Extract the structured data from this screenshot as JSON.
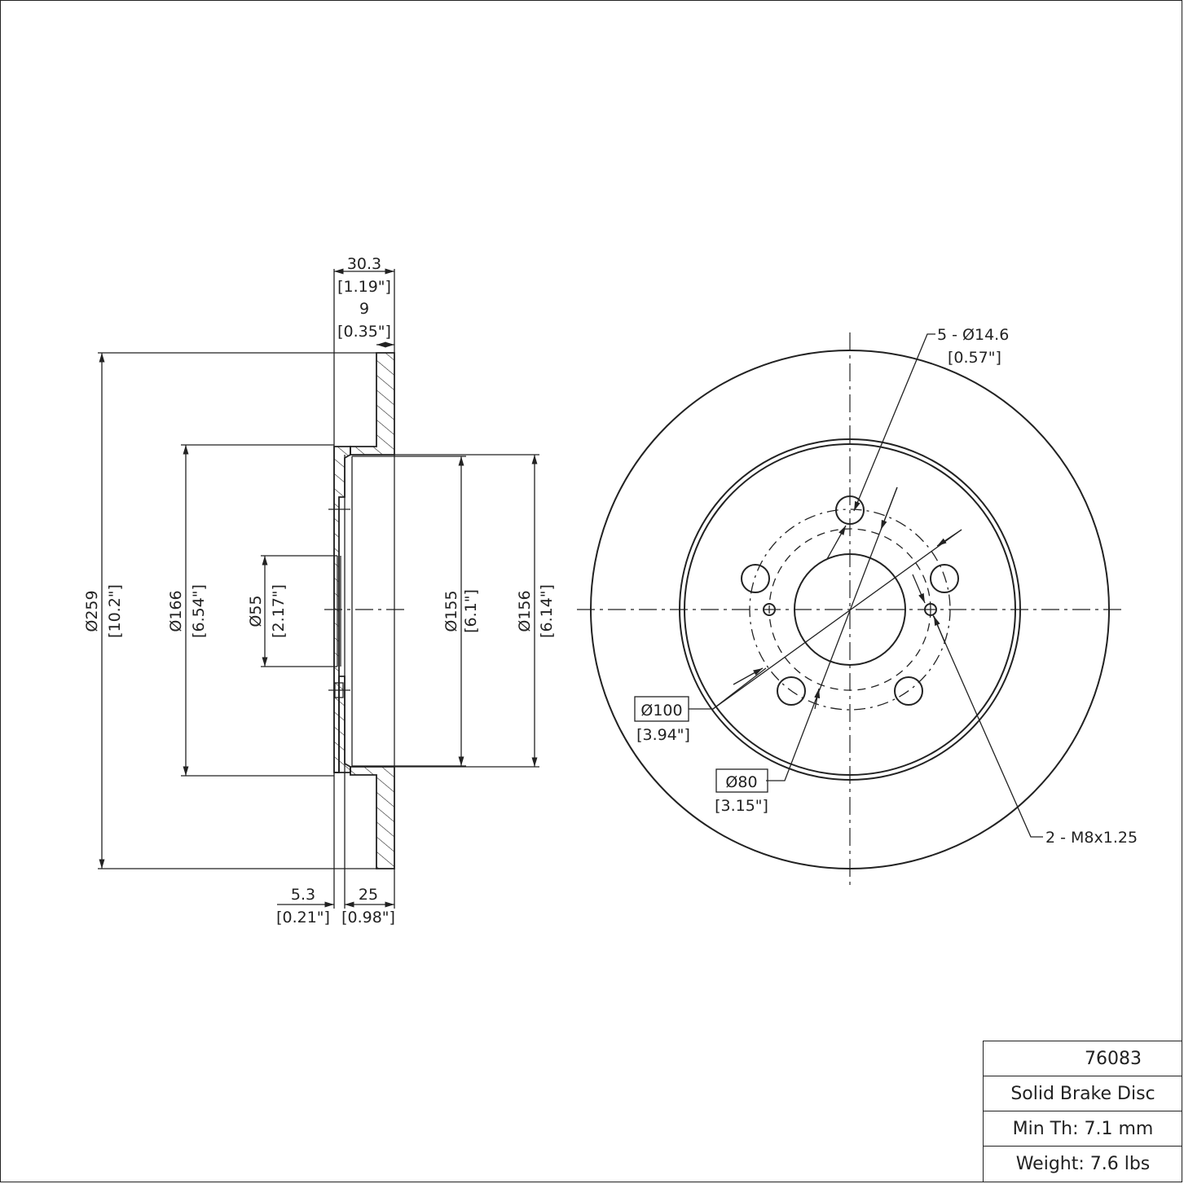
{
  "drawing": {
    "type": "Brake disc technical drawing",
    "section_view": {
      "dims": {
        "overall_width": {
          "mm": "30.3",
          "in": "[1.19\"]"
        },
        "disc_thickness": {
          "mm": "9",
          "in": "[0.35\"]"
        },
        "hat_offset": {
          "mm": "5.3",
          "in": "[0.21\"]"
        },
        "hat_depth": {
          "mm": "25",
          "in": "[0.98\"]"
        },
        "outer_diameter": {
          "mm": "Ø259",
          "in": "[10.2\"]"
        },
        "inner_friction_diameter": {
          "mm": "Ø166",
          "in": "[6.54\"]"
        },
        "center_bore": {
          "mm": "Ø55",
          "in": "[2.17\"]"
        },
        "hat_inner_diameter": {
          "mm": "Ø155",
          "in": "[6.1\"]"
        },
        "hat_outer_diameter": {
          "mm": "Ø156",
          "in": "[6.14\"]"
        }
      }
    },
    "front_view": {
      "bolt_holes": {
        "mm": "5 - Ø14.6",
        "in": "[0.57\"]"
      },
      "bolt_circle": {
        "mm": "Ø100",
        "in": "[3.94\"]"
      },
      "pilot": {
        "mm": "Ø80",
        "in": "[3.15\"]"
      },
      "threaded_holes": "2 - M8x1.25"
    }
  },
  "title_block": {
    "part_number": "76083",
    "description": "Solid Brake Disc",
    "min_thickness": "Min Th: 7.1 mm",
    "weight": "Weight: 7.6 lbs"
  }
}
